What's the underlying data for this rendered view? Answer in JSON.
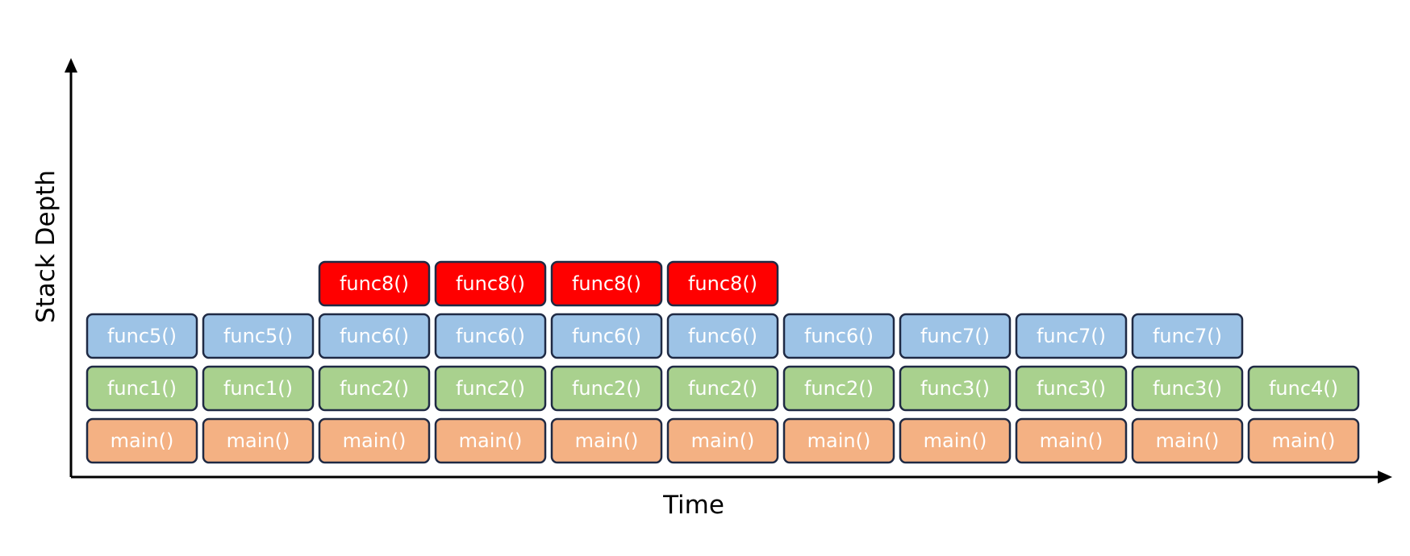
{
  "diagram": {
    "xlabel": "Time",
    "ylabel": "Stack Depth",
    "colors": {
      "main": "#F4B183",
      "level1": "#A9D18E",
      "level2": "#9DC3E6",
      "level3": "#FF0000",
      "border": "#1F2A44",
      "axis": "#000000",
      "text": "#FFFFFF"
    },
    "stacks": [
      [
        "main()",
        "func1()",
        "func5()"
      ],
      [
        "main()",
        "func1()",
        "func5()"
      ],
      [
        "main()",
        "func2()",
        "func6()",
        "func8()"
      ],
      [
        "main()",
        "func2()",
        "func6()",
        "func8()"
      ],
      [
        "main()",
        "func2()",
        "func6()",
        "func8()"
      ],
      [
        "main()",
        "func2()",
        "func6()",
        "func8()"
      ],
      [
        "main()",
        "func2()",
        "func6()"
      ],
      [
        "main()",
        "func3()",
        "func7()"
      ],
      [
        "main()",
        "func3()",
        "func7()"
      ],
      [
        "main()",
        "func3()",
        "func7()"
      ],
      [
        "main()",
        "func4()"
      ]
    ]
  }
}
